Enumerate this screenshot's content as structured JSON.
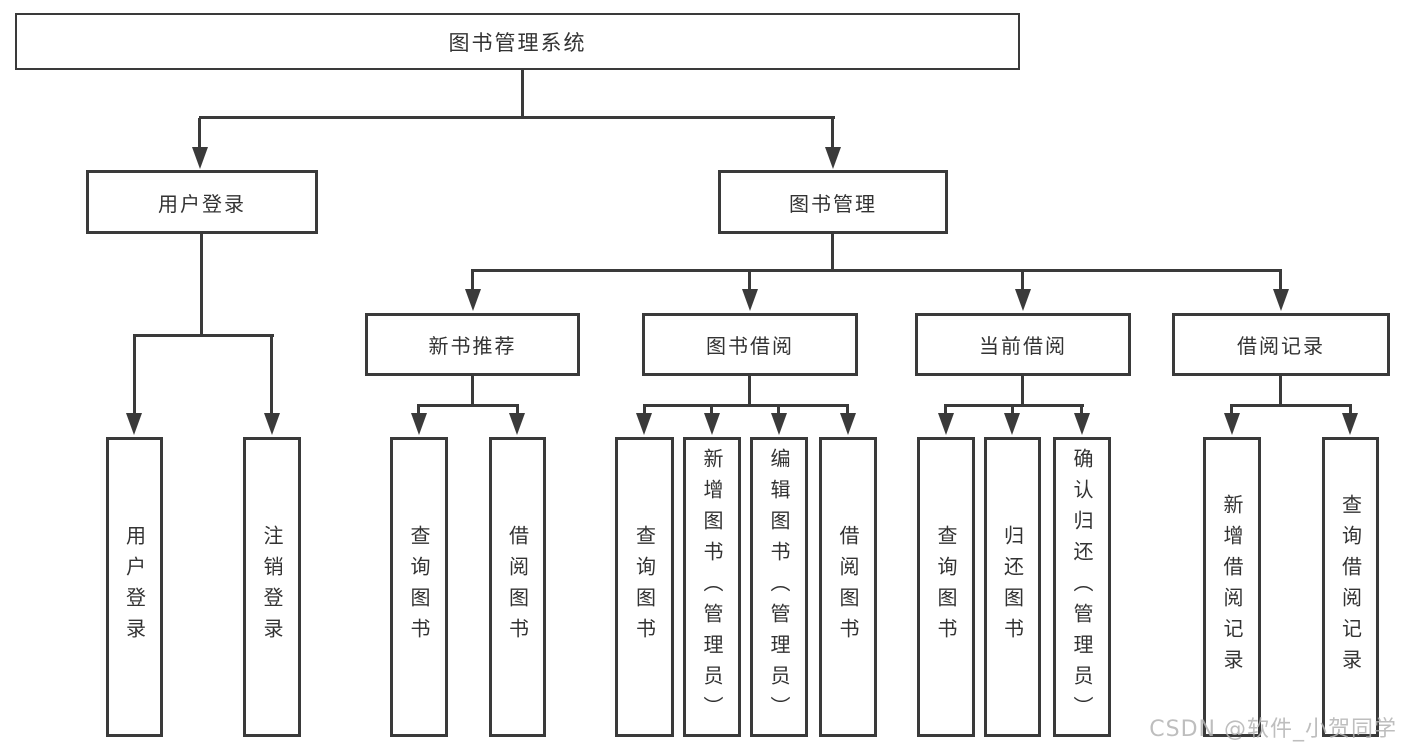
{
  "tree": {
    "label": "图书管理系统",
    "children": [
      {
        "label": "用户登录",
        "children": [
          {
            "label": "用户登录"
          },
          {
            "label": "注销登录"
          }
        ]
      },
      {
        "label": "图书管理",
        "children": [
          {
            "label": "新书推荐",
            "children": [
              {
                "label": "查询图书"
              },
              {
                "label": "借阅图书"
              }
            ]
          },
          {
            "label": "图书借阅",
            "children": [
              {
                "label": "查询图书"
              },
              {
                "label": "新增图书（管理员）"
              },
              {
                "label": "编辑图书（管理员）"
              },
              {
                "label": "借阅图书"
              }
            ]
          },
          {
            "label": "当前借阅",
            "children": [
              {
                "label": "查询图书"
              },
              {
                "label": "归还图书"
              },
              {
                "label": "确认归还（管理员）"
              }
            ]
          },
          {
            "label": "借阅记录",
            "children": [
              {
                "label": "新增借阅记录"
              },
              {
                "label": "查询借阅记录"
              }
            ]
          }
        ]
      }
    ]
  },
  "watermark": {
    "text": "CSDN @软件_小贺同学"
  },
  "colors": {
    "line": "#3a3a3a",
    "text": "#333333",
    "background": "#ffffff",
    "watermark": "#b3b3b3"
  }
}
